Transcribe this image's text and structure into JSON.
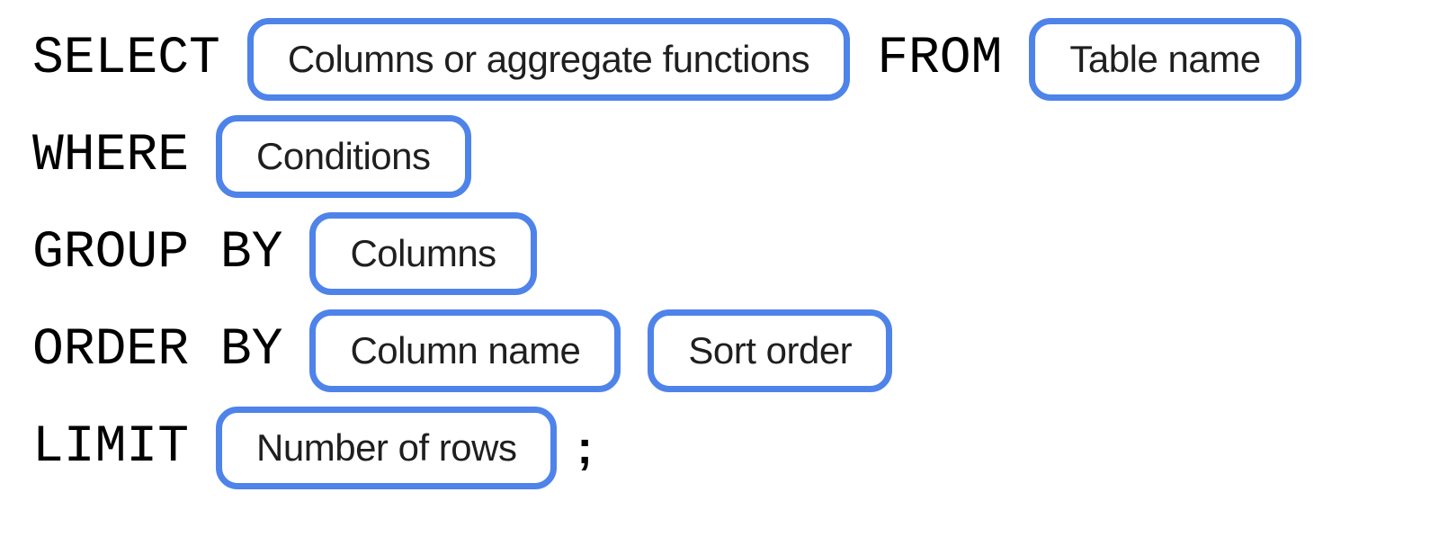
{
  "colors": {
    "accent": "#4e83ea",
    "keyword_text": "#000000",
    "box_text": "#1f1f1f",
    "background": "#ffffff"
  },
  "diagram": {
    "description_rows": [
      {
        "id": "select-from",
        "segments": [
          {
            "type": "keyword",
            "text": "SELECT"
          },
          {
            "type": "box",
            "text": "Columns or aggregate functions"
          },
          {
            "type": "keyword",
            "text": "FROM"
          },
          {
            "type": "box",
            "text": "Table name"
          }
        ]
      },
      {
        "id": "where",
        "segments": [
          {
            "type": "keyword",
            "text": "WHERE"
          },
          {
            "type": "box",
            "text": "Conditions"
          }
        ]
      },
      {
        "id": "group-by",
        "segments": [
          {
            "type": "keyword",
            "text": "GROUP BY"
          },
          {
            "type": "box",
            "text": "Columns"
          }
        ]
      },
      {
        "id": "order-by",
        "segments": [
          {
            "type": "keyword",
            "text": "ORDER BY"
          },
          {
            "type": "box",
            "text": "Column name"
          },
          {
            "type": "box",
            "text": "Sort order"
          }
        ]
      },
      {
        "id": "limit",
        "segments": [
          {
            "type": "keyword",
            "text": "LIMIT"
          },
          {
            "type": "box",
            "text": "Number of rows"
          },
          {
            "type": "punct",
            "text": ";"
          }
        ]
      }
    ]
  }
}
